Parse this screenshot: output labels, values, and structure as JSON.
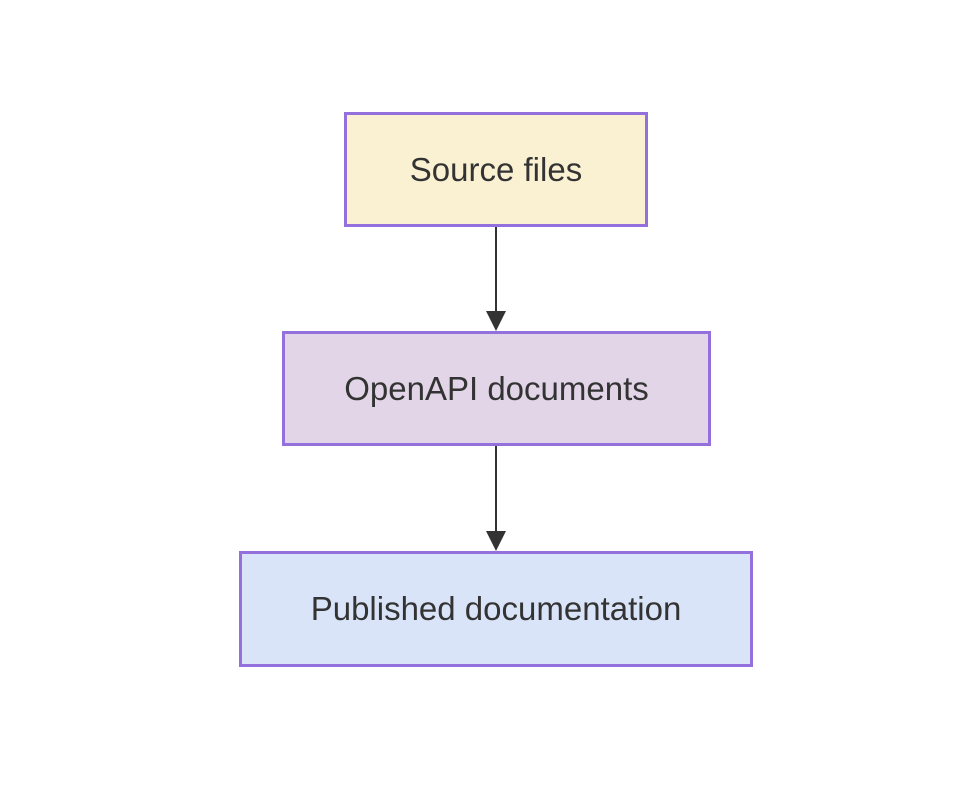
{
  "diagram": {
    "type": "flowchart-top-down",
    "background_color": "#ffffff",
    "text_color": "#333333",
    "arrow_color": "#333333",
    "border_color": "#9370db",
    "nodes": [
      {
        "id": "source",
        "label": "Source files",
        "fill": "#faf0d2"
      },
      {
        "id": "openapi",
        "label": "OpenAPI documents",
        "fill": "#e1d5e7"
      },
      {
        "id": "published",
        "label": "Published documentation",
        "fill": "#dae4f9"
      }
    ],
    "edges": [
      {
        "from": "source",
        "to": "openapi",
        "style": "arrow-down"
      },
      {
        "from": "openapi",
        "to": "published",
        "style": "arrow-down"
      }
    ]
  }
}
